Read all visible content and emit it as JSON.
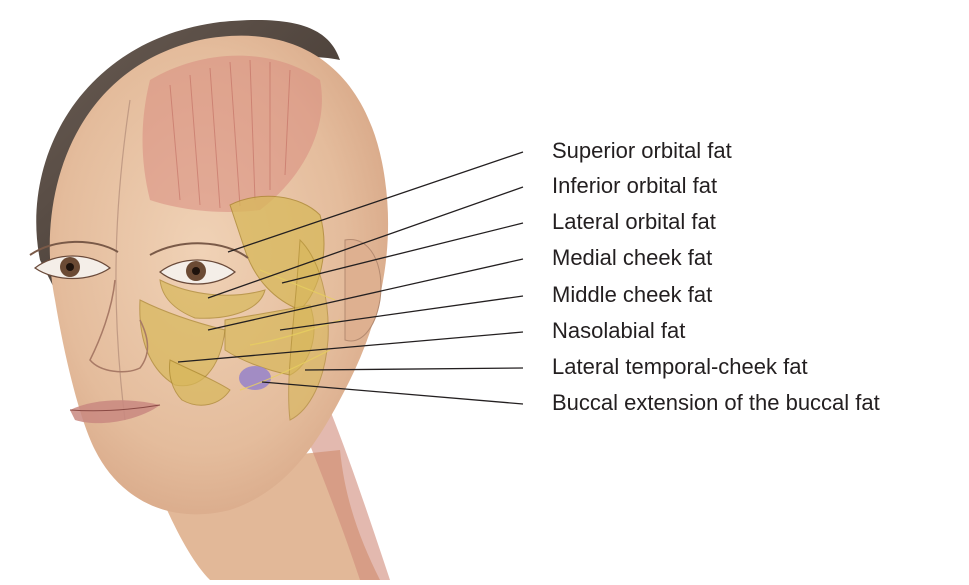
{
  "labels": [
    "Superior orbital fat",
    "Inferior orbital fat",
    "Lateral orbital fat",
    "Medial cheek fat",
    "Middle cheek fat",
    "Nasolabial fat",
    "Lateral temporal-cheek fat",
    "Buccal extension of the buccal fat"
  ],
  "colors": {
    "skin": "#e8c3a4",
    "hair": "#4a3f38",
    "muscle": "#c96a62",
    "fat": "#d8b85a",
    "buccal": "#9a86c8",
    "leader_line": "#231f20"
  }
}
